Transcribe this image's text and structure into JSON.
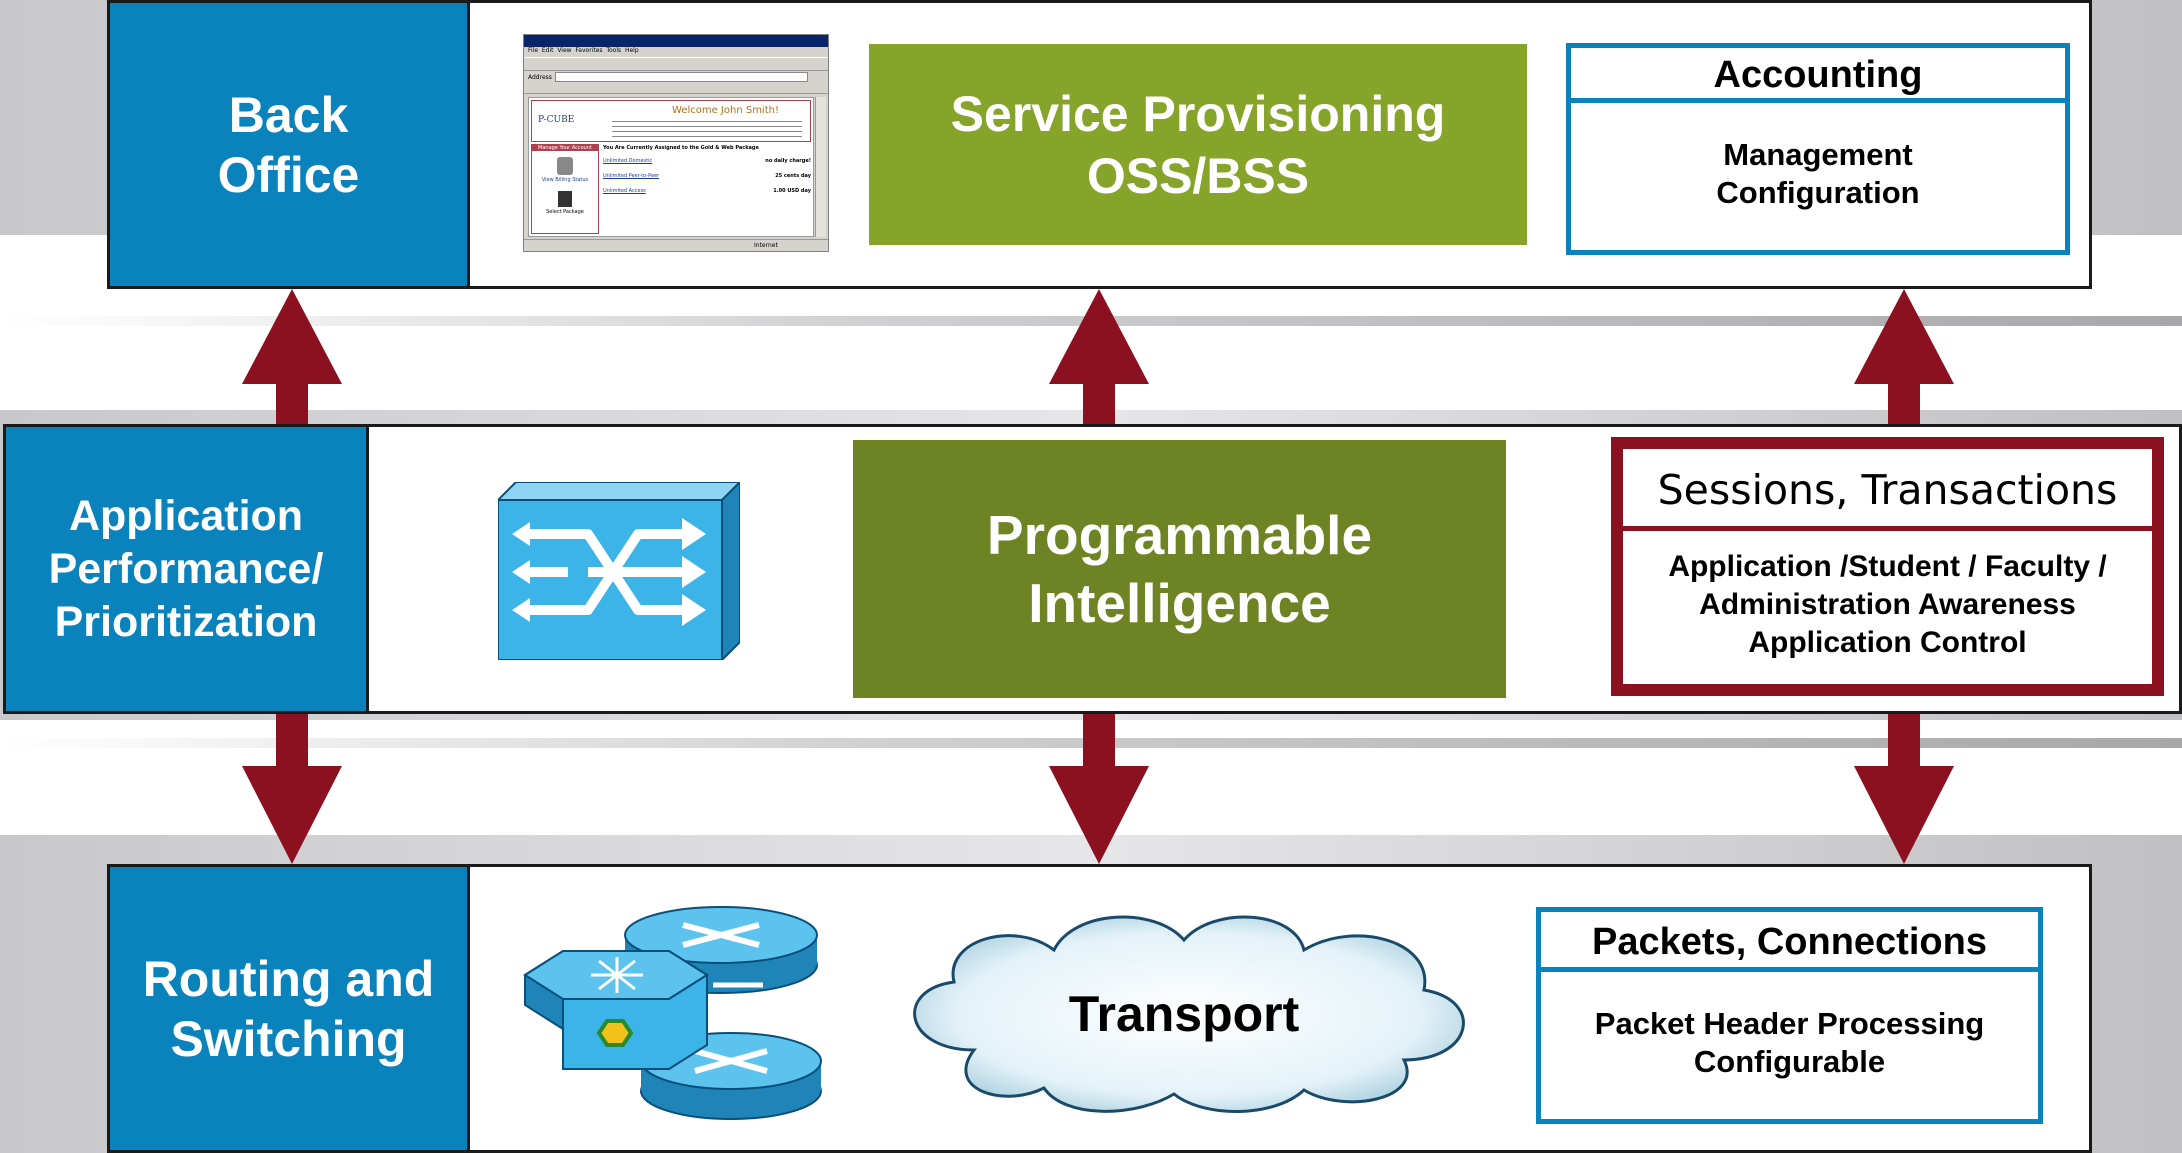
{
  "colors": {
    "blue": "#0a82bb",
    "green_light": "#86a32a",
    "green_dark": "#6e8424",
    "arrow": "#8b1020",
    "box_border_blue": "#0a82bb",
    "box_border_red": "#8b1020"
  },
  "top": {
    "label": "Back\nOffice",
    "center_label": "Service Provisioning\nOSS/BSS",
    "box": {
      "header": "Accounting",
      "body": "Management\nConfiguration"
    },
    "browser": {
      "menu": [
        "File",
        "Edit",
        "View",
        "Favorites",
        "Tools",
        "Help"
      ],
      "address": "Address",
      "logo": "P-CUBE",
      "welcome": "Welcome John Smith!",
      "sidebar_title": "Manage Your Account",
      "sidebar_link_1": "View Billing Status",
      "sidebar_link_2": "Select Package",
      "package_line": "You Are Currently Assigned to the Gold & Web Package",
      "offer_1": "Unlimited Domestic",
      "offer_1_price": "no daily charge!",
      "offer_2": "Unlimited Peer-to-Peer",
      "offer_2_price": "25 cents day",
      "offer_3": "Unlimited Access",
      "offer_3_price": "1.00 USD day",
      "status": "Internet"
    }
  },
  "middle": {
    "label": "Application\nPerformance/\nPrioritization",
    "center_label": "Programmable\nIntelligence",
    "box": {
      "header": "Sessions, Transactions",
      "body": "Application /Student / Faculty /\nAdministration Awareness\nApplication Control"
    }
  },
  "bottom": {
    "label": "Routing and\nSwitching",
    "cloud_label": "Transport",
    "box": {
      "header": "Packets, Connections",
      "body": "Packet Header Processing\nConfigurable"
    }
  },
  "icons": {
    "browser": "browser-screenshot-icon",
    "switch": "content-switch-icon",
    "routers": "router-switch-stack-icon",
    "cloud": "cloud-icon",
    "arrow": "double-arrow-icon"
  }
}
